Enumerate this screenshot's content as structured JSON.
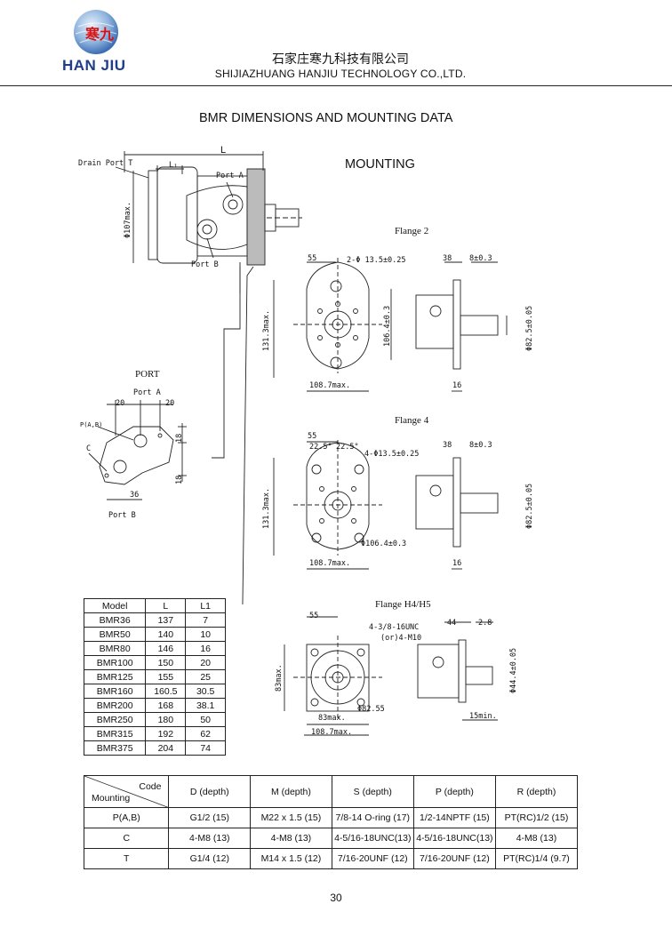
{
  "header": {
    "logo_cn": "寒九",
    "logo_text": "HAN JIU",
    "company_cn": "石家庄寒九科技有限公司",
    "company_en": "SHIJIAZHUANG HANJIU TECHNOLOGY CO.,LTD."
  },
  "page_title": "BMR DIMENSIONS AND  MOUNTING DATA",
  "mounting_title": "MOUNTING",
  "drawing": {
    "drain_port": "Drain Port T",
    "L": "L",
    "L1": "L₁",
    "port_a": "Port A",
    "port_b": "Port B",
    "dia107": "Φ107max.",
    "port_title": "PORT",
    "port_p": "P(A,B)",
    "port_c": "C",
    "port_20a": "20",
    "port_20b": "20",
    "port_18a": "18",
    "port_18b": "18",
    "port_36": "36",
    "flange2": "Flange 2",
    "flange4": "Flange 4",
    "flangeh": "Flange H4/H5",
    "f2_55": "55",
    "f2_holes": "2-Φ 13.5±0.25",
    "f2_38": "38",
    "f2_8": "8±0.3",
    "f2_131": "131.3max.",
    "f2_106": "106.4±0.3",
    "f2_825": "Φ82.5±0.05",
    "f2_108": "108.7max.",
    "f2_16": "16",
    "f4_55": "55",
    "f4_225a": "22.5°",
    "f4_225b": "22.5°",
    "f4_holes": "4-Φ13.5±0.25",
    "f4_38": "38",
    "f4_8": "8±0.3",
    "f4_131": "131.3max.",
    "f4_106": "Φ106.4±0.3",
    "f4_825": "Φ82.5±0.05",
    "f4_108": "108.7max.",
    "f4_16": "16",
    "fh_55": "55",
    "fh_thread": "4-3/8-16UNC",
    "fh_or": "(or)4-M10",
    "fh_44": "44",
    "fh_28": "2.8",
    "fh_83v": "83max.",
    "fh_83h": "83max.",
    "fh_8255": "Φ82.55",
    "fh_108": "108.7max.",
    "fh_444": "Φ44.4±0.05",
    "fh_15": "15min."
  },
  "model_table": {
    "headers": [
      "Model",
      "L",
      "L1"
    ],
    "rows": [
      [
        "BMR36",
        "137",
        "7"
      ],
      [
        "BMR50",
        "140",
        "10"
      ],
      [
        "BMR80",
        "146",
        "16"
      ],
      [
        "BMR100",
        "150",
        "20"
      ],
      [
        "BMR125",
        "155",
        "25"
      ],
      [
        "BMR160",
        "160.5",
        "30.5"
      ],
      [
        "BMR200",
        "168",
        "38.1"
      ],
      [
        "BMR250",
        "180",
        "50"
      ],
      [
        "BMR315",
        "192",
        "62"
      ],
      [
        "BMR375",
        "204",
        "74"
      ]
    ]
  },
  "code_table": {
    "code_label": "Code",
    "mounting_label": "Mounting",
    "headers": [
      "D (depth)",
      "M (depth)",
      "S (depth)",
      "P (depth)",
      "R (depth)"
    ],
    "rows": [
      [
        "P(A,B)",
        "G1/2  (15)",
        "M22 x 1.5  (15)",
        "7/8-14  O-ring (17)",
        "1/2-14NPTF (15)",
        "PT(RC)1/2  (15)"
      ],
      [
        "C",
        "4-M8  (13)",
        "4-M8  (13)",
        "4-5/16-18UNC(13)",
        "4-5/16-18UNC(13)",
        "4-M8  (13)"
      ],
      [
        "T",
        "G1/4  (12)",
        "M14 x 1.5 (12)",
        "7/16-20UNF  (12)",
        "7/16-20UNF  (12)",
        "PT(RC)1/4    (9.7)"
      ]
    ]
  },
  "page_number": "30"
}
